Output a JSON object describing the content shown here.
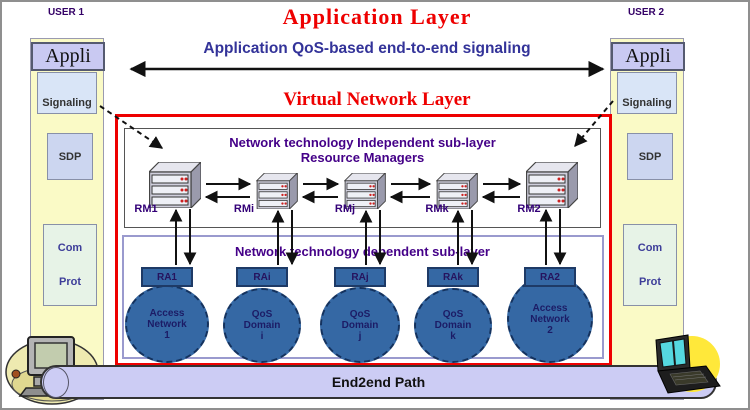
{
  "app_layer": {
    "title": "Application Layer",
    "signaling_label": "Application QoS-based end-to-end signaling"
  },
  "user1": {
    "name": "USER 1",
    "appli": "Appli",
    "signaling": "Signaling",
    "sdp": "SDP",
    "com_prot": "Com\n\nProt"
  },
  "user2": {
    "name": "USER 2",
    "appli": "Appli",
    "signaling": "Signaling",
    "sdp": "SDP",
    "com_prot": "Com\n\nProt"
  },
  "vnl": {
    "title": "Virtual Network Layer",
    "independent_title": "Network technology Independent sub-layer",
    "independent_subtitle": "Resource Managers",
    "rm_labels": [
      "RM1",
      "RMi",
      "RMj",
      "RMk",
      "RM2"
    ],
    "dependent_title": "Network technology dependent sub-layer",
    "ra_labels": [
      "RA1",
      "RAi",
      "RAj",
      "RAk",
      "RA2"
    ],
    "domains": [
      "Access\nNetwork\n1",
      "QoS\nDomain\ni",
      "QoS\nDomain\nj",
      "QoS\nDomain\nk",
      "Access\nNetwork\n2"
    ]
  },
  "bottom": {
    "path_label": "End2end Path"
  },
  "colors": {
    "title_red": "#ee0000",
    "signal_purple": "#333399",
    "sublayer_purple": "#440088",
    "column_yellow": "#fafac6",
    "node_blue": "#3568a4",
    "cylinder_lavender": "#ccccf4"
  }
}
